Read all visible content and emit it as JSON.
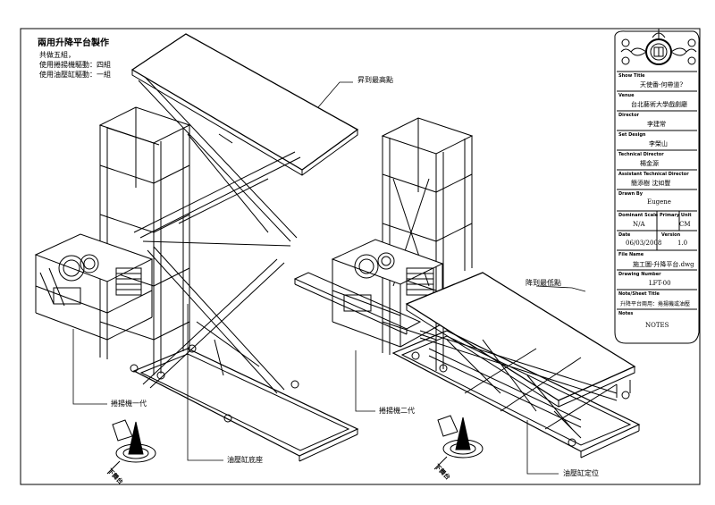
{
  "notes": {
    "title": "兩用升降平台製作",
    "line1": "共做五組，",
    "line2": "使用捲揚機驅動：四組",
    "line3": "使用油壓缸驅動：一組"
  },
  "callouts": {
    "highest": "昇到最高點",
    "winch_gen1": "捲揚機一代",
    "cylinder_stand": "油壓缸底座",
    "lowest": "降到最低點",
    "winch_gen2": "捲揚機二代",
    "cylinder_lower": "油壓缸定位"
  },
  "downstage_label": "下舞台",
  "title_block": {
    "show_title_label": "Show Title",
    "show_title": "天使番-何帶道?",
    "venue_label": "Venue",
    "venue": "台北藝術大學戲劇廳",
    "director_label": "Director",
    "director": "李建常",
    "set_design_label": "Set Design",
    "set_design": "李榮山",
    "tech_director_label": "Technical Director",
    "tech_director": "楊金源",
    "asst_tech_director_label": "Assistant Technical Director",
    "asst_tech_director": "簡添樹 沈如豐",
    "drawn_by_label": "Drawn By",
    "drawn_by": "Eugene",
    "dominant_scale_label": "Dominant Scale",
    "dominant_scale": "N/A",
    "primary_unit_label": "Primary Unit",
    "primary_unit": "CM",
    "date_label": "Date",
    "date": "06/03/2008",
    "version_label": "Version",
    "version": "1.0",
    "file_name_label": "File Name",
    "file_name": "施工圖-升降平台.dwg",
    "drawing_number_label": "Drawing Number",
    "drawing_number": "LFT-00",
    "note_sheet_title_label": "Note/Sheet Title",
    "note_sheet_title": "升降平台兩用：捲揚機或油壓",
    "notes_label": "Notes",
    "notes_value": "NOTES"
  }
}
